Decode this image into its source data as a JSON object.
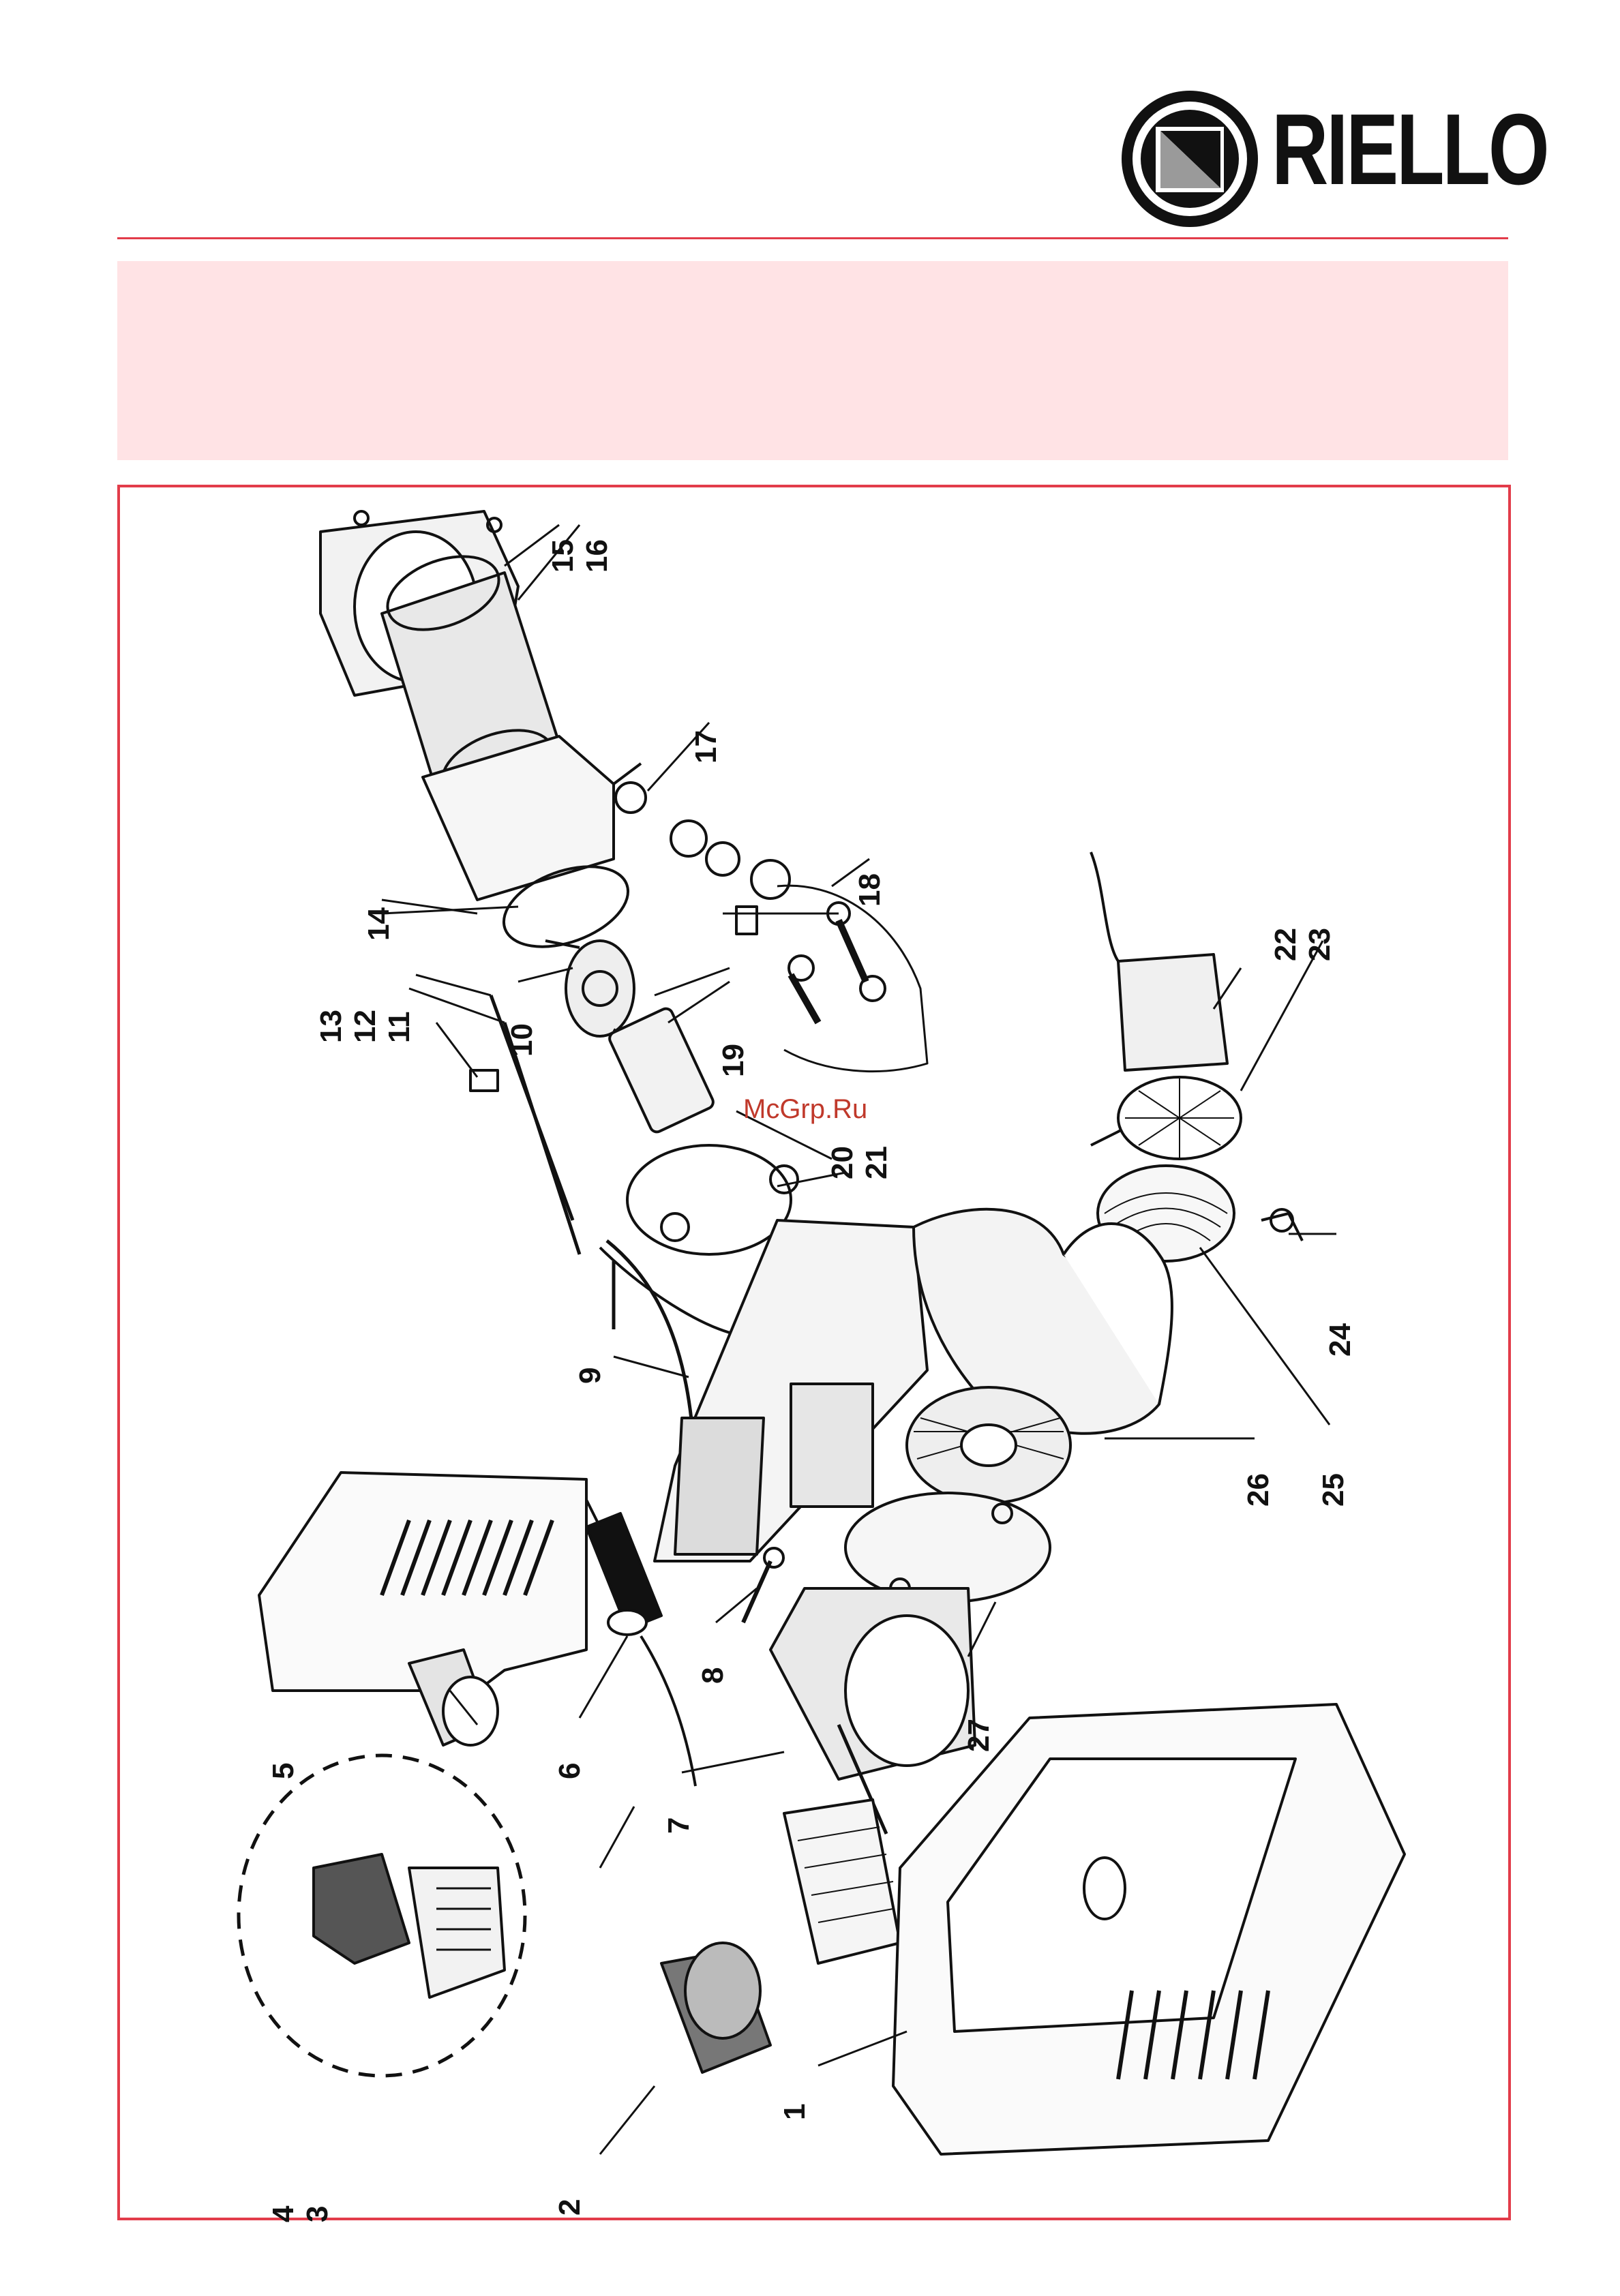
{
  "brand": {
    "name": "RIELLO",
    "watermark": "McGrp.Ru"
  },
  "callouts": [
    "1",
    "2",
    "3",
    "4",
    "5",
    "6",
    "7",
    "8",
    "9",
    "10",
    "11",
    "12",
    "13",
    "14",
    "15",
    "16",
    "17",
    "18",
    "19",
    "20",
    "21",
    "22",
    "23",
    "24",
    "25",
    "26",
    "27"
  ],
  "colors": {
    "accent": "#e23c4a",
    "banner": "#ffe3e5",
    "ink": "#111111"
  }
}
